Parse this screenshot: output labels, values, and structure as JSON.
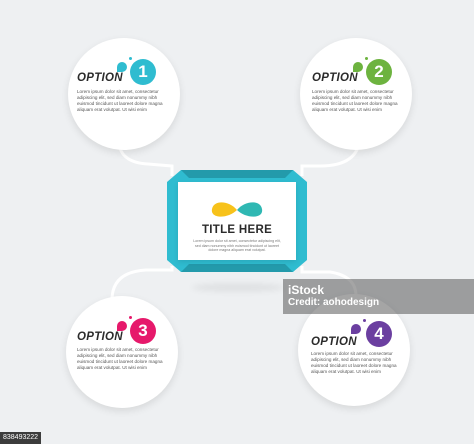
{
  "colors": {
    "background": "#eef0f2",
    "teal": "#2fbcd0",
    "green": "#6db33f",
    "magenta": "#e6196b",
    "purple": "#6b3fa0",
    "infinity_left": "#f7c21b",
    "infinity_right": "#2fb8b3"
  },
  "center": {
    "logo_icon": "infinity-icon",
    "title": "TITLE HERE",
    "body": "Lorem ipsum dolor sit amet, consectetur adipiscing elit, sed diam nonummy nibh euismod tincidunt ut laoreet dolore magna aliquam erat volutpat."
  },
  "options": [
    {
      "label": "OPTION",
      "number": "1",
      "color": "#2fbcd0",
      "body": "Lorem ipsum dolor sit amet, consectetur adipiscing elit, sed diam nonummy nibh euismod tincidunt ut laoreet dolore magna aliquam erat volutpat. Ut wisi enim"
    },
    {
      "label": "OPTION",
      "number": "2",
      "color": "#6db33f",
      "body": "Lorem ipsum dolor sit amet, consectetur adipiscing elit, sed diam nonummy nibh euismod tincidunt ut laoreet dolore magna aliquam erat volutpat. Ut wisi enim"
    },
    {
      "label": "OPTION",
      "number": "3",
      "color": "#e6196b",
      "body": "Lorem ipsum dolor sit amet, consectetur adipiscing elit, sed diam nonummy nibh euismod tincidunt ut laoreet dolore magna aliquam erat volutpat. Ut wisi enim"
    },
    {
      "label": "OPTION",
      "number": "4",
      "color": "#6b3fa0",
      "body": "Lorem ipsum dolor sit amet, consectetur adipiscing elit, sed diam nonummy nibh euismod tincidunt ut laoreet dolore magna aliquam erat volutpat. Ut wisi enim"
    }
  ],
  "watermark": {
    "logo_text": "iStock",
    "credit": "Credit: aohodesign"
  },
  "image_id": "838493222"
}
